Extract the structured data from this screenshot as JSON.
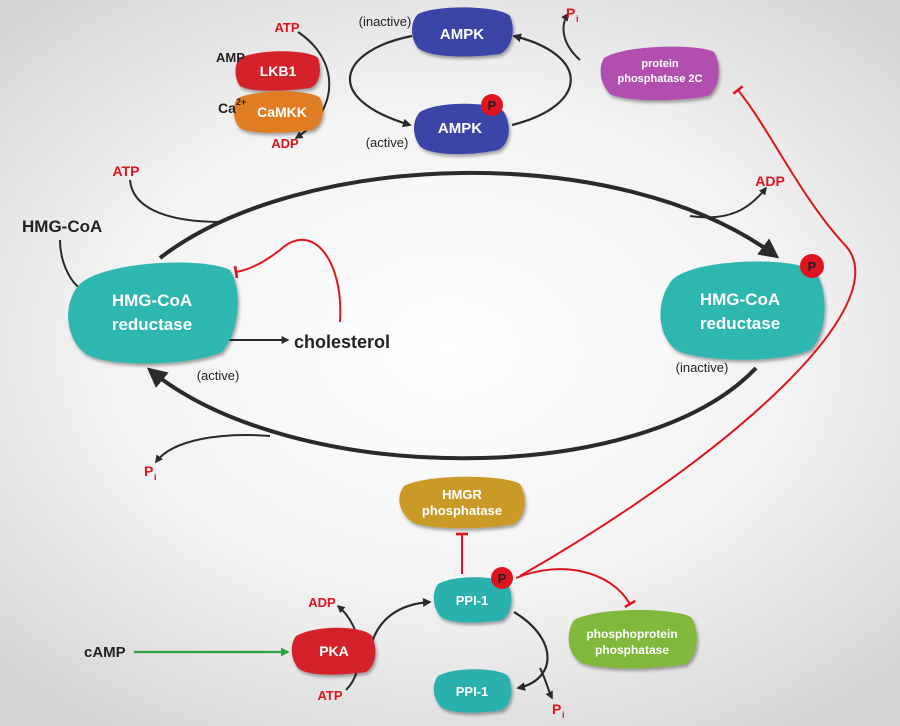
{
  "colors": {
    "ampk": "#3b44a8",
    "lkb1": "#d4222a",
    "camkk": "#e07b22",
    "pp2c": "#b24fae",
    "hmgcr": "#2fb7b0",
    "hmgr_phosphatase": "#c99a26",
    "ppi1": "#2cb0ae",
    "pka": "#d4222a",
    "phosphoprotein_phosphatase": "#7fb83a",
    "phospho_badge": "#e0141e",
    "inhibition": "#e0141e",
    "activation": "#2aa13a",
    "arrow": "#2a2a2a",
    "small_molecule_red": "#e0141e"
  },
  "top": {
    "ampk_inactive": {
      "label": "AMPK",
      "state": "(inactive)"
    },
    "ampk_active": {
      "label": "AMPK",
      "state": "(active)",
      "badge": "P"
    },
    "lkb1": "LKB1",
    "camkk": "CaMKK",
    "amp": "AMP",
    "ca_base": "Ca",
    "ca_sup": "2+",
    "atp": "ATP",
    "adp": "ADP",
    "pi_base": "P",
    "pi_sub": "i",
    "pp2c_line1": "protein",
    "pp2c_line2": "phosphatase 2C"
  },
  "middle": {
    "hmgcoa_substrate": "HMG-CoA",
    "hmgcr_left": {
      "line1": "HMG-CoA",
      "line2": "reductase",
      "state": "(active)"
    },
    "hmgcr_right": {
      "line1": "HMG-CoA",
      "line2": "reductase",
      "state": "(inactive)",
      "badge": "P"
    },
    "cholesterol": "cholesterol",
    "atp": "ATP",
    "adp": "ADP",
    "pi_base": "P",
    "pi_sub": "i"
  },
  "bottom": {
    "hmgr_phosphatase_line1": "HMGR",
    "hmgr_phosphatase_line2": "phosphatase",
    "ppi1_active": {
      "label": "PPI-1",
      "badge": "P"
    },
    "ppi1_inactive": {
      "label": "PPI-1"
    },
    "pka": "PKA",
    "camp": "cAMP",
    "pp_line1": "phosphoprotein",
    "pp_line2": "phosphatase",
    "atp": "ATP",
    "adp": "ADP",
    "pi_base": "P",
    "pi_sub": "i"
  }
}
